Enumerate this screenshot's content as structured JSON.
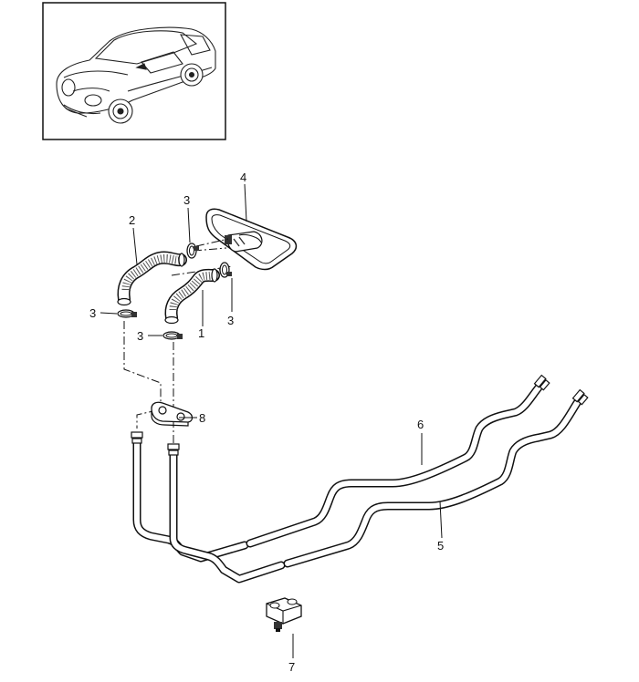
{
  "callouts": {
    "c1": "1",
    "c2": "2",
    "c3a": "3",
    "c3b": "3",
    "c3c": "3",
    "c3d": "3",
    "c4": "4",
    "c5": "5",
    "c6": "6",
    "c7": "7",
    "c8": "8"
  },
  "thumbnail": {
    "icon": "car-icon"
  },
  "colors": {
    "line": "#111111",
    "background": "#ffffff"
  }
}
